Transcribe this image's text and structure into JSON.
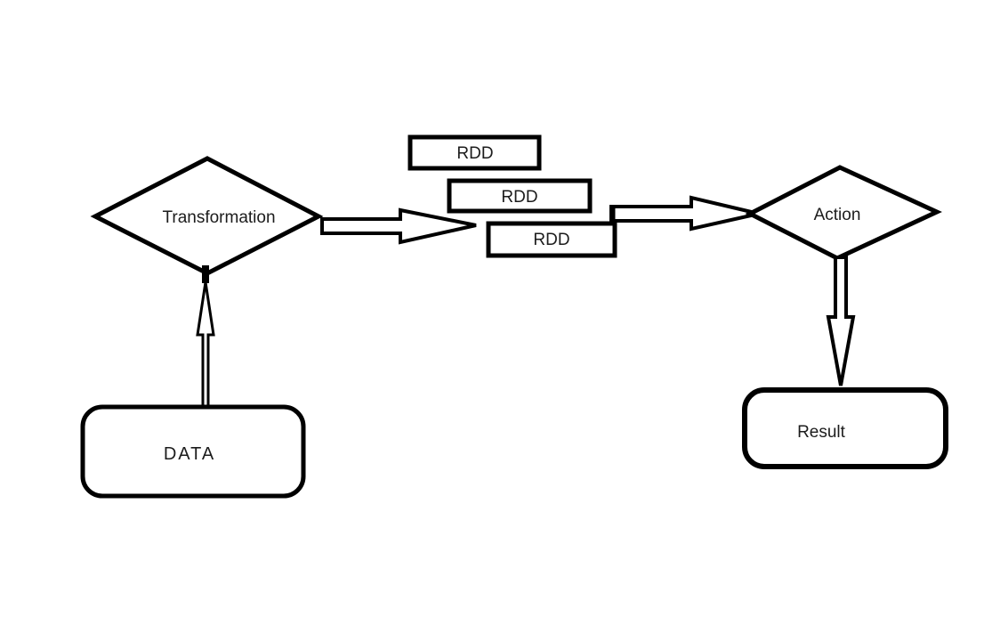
{
  "diagram": {
    "background_color": "#ffffff",
    "stroke_color": "#000000",
    "text_color": "#1c1c1c",
    "nodes": {
      "transformation": {
        "label": "Transformation",
        "shape": "diamond"
      },
      "action": {
        "label": "Action",
        "shape": "diamond"
      },
      "data": {
        "label": "DATA",
        "shape": "rounded-rectangle"
      },
      "result": {
        "label": "Result",
        "shape": "rounded-rectangle"
      },
      "rdd1": {
        "label": "RDD",
        "shape": "rectangle"
      },
      "rdd2": {
        "label": "RDD",
        "shape": "rectangle"
      },
      "rdd3": {
        "label": "RDD",
        "shape": "rectangle"
      }
    },
    "edges": [
      {
        "from": "data",
        "to": "transformation",
        "style": "hollow-arrow-up"
      },
      {
        "from": "transformation",
        "to": "rdd",
        "style": "hollow-arrow-right"
      },
      {
        "from": "rdd",
        "to": "action",
        "style": "hollow-arrow-right"
      },
      {
        "from": "action",
        "to": "result",
        "style": "hollow-arrow-down"
      }
    ]
  }
}
